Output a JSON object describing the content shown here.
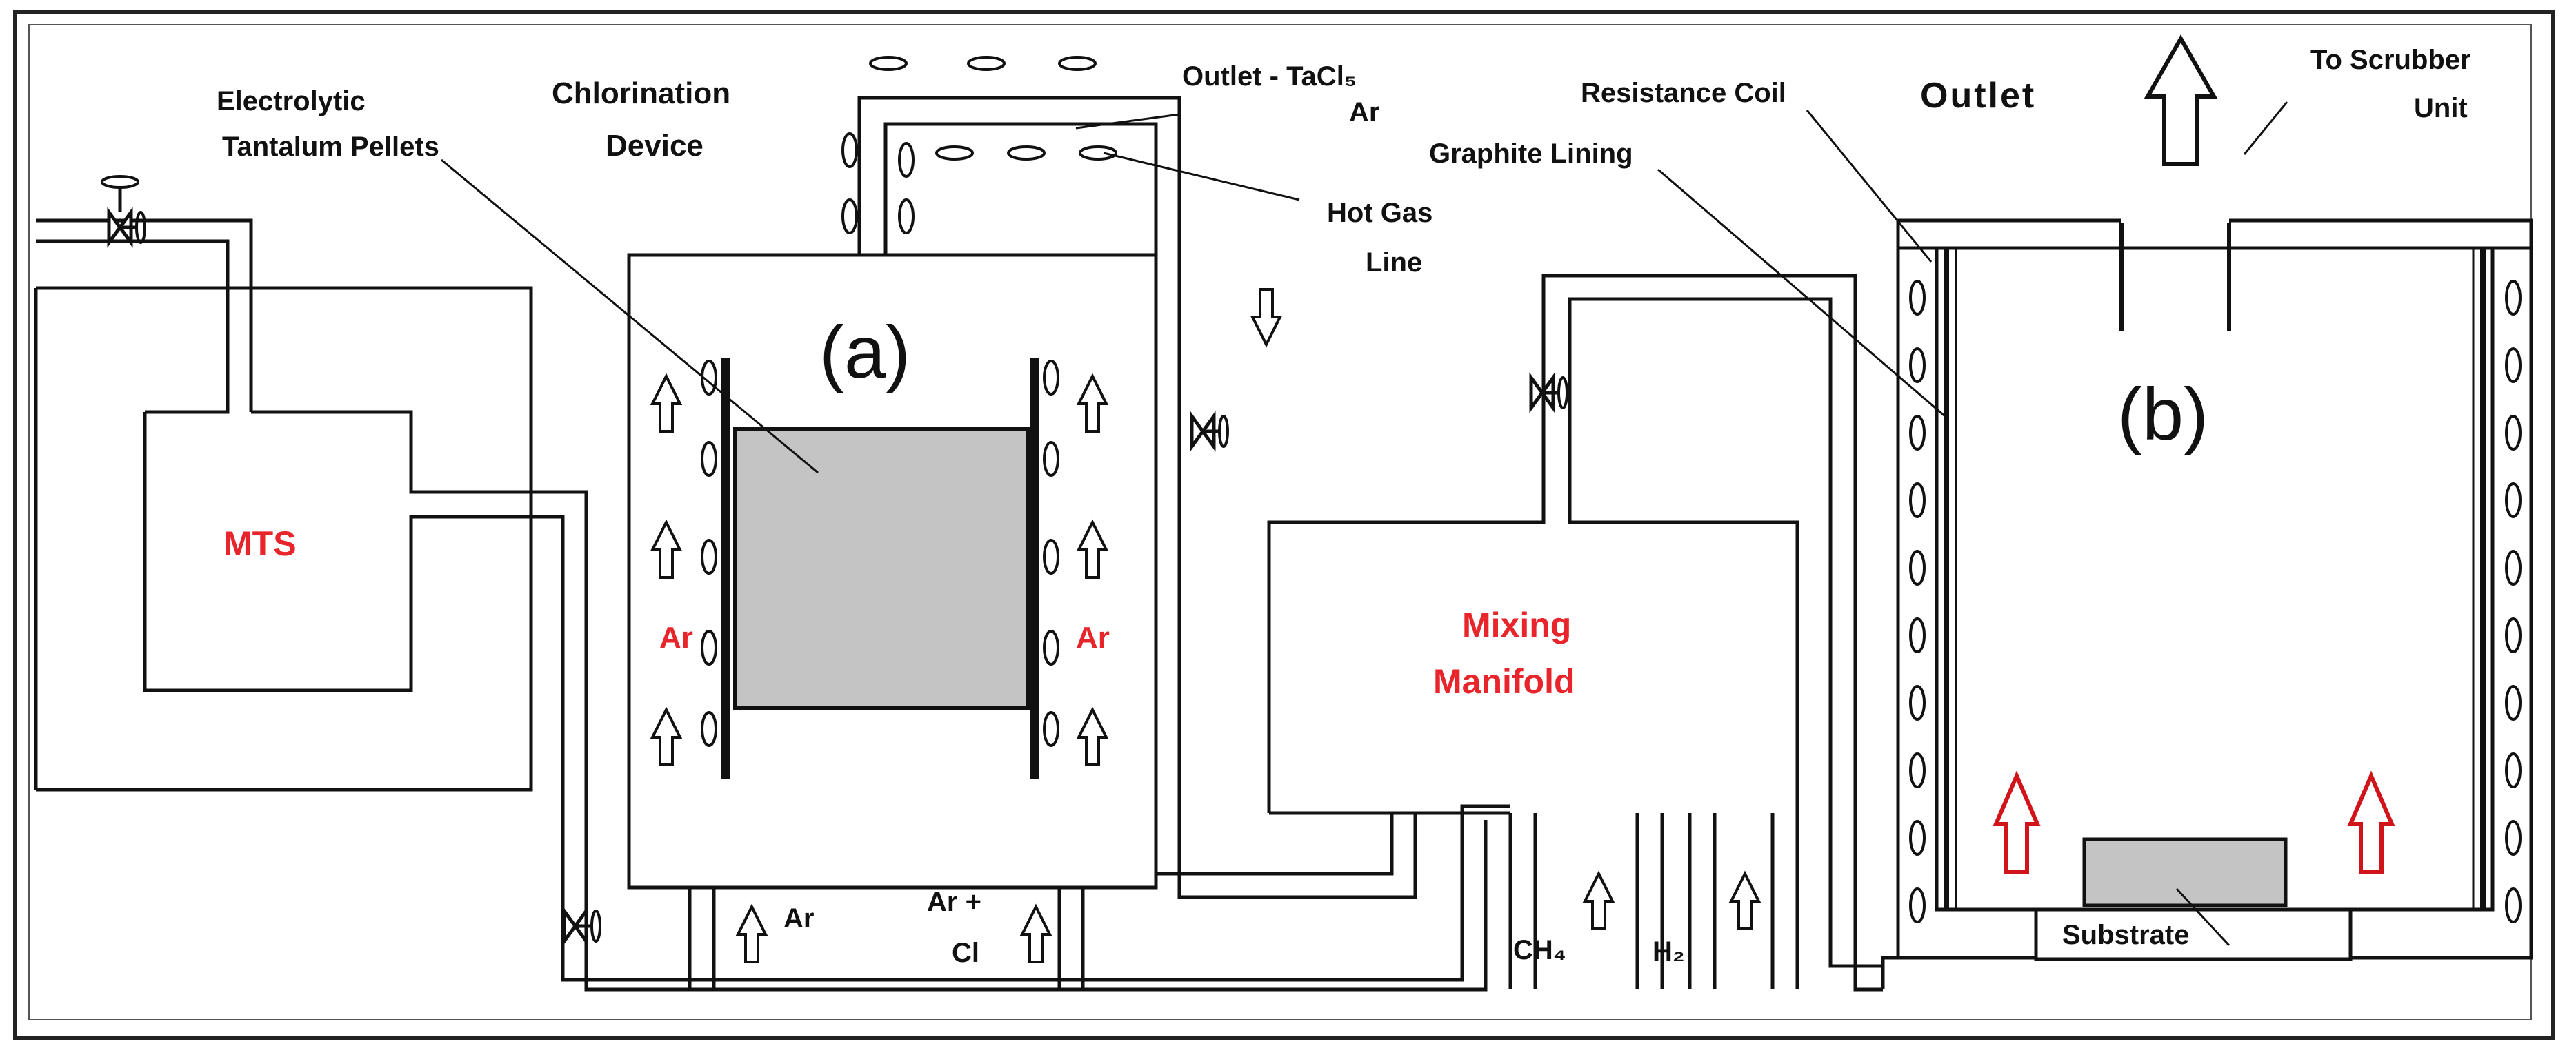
{
  "labels": {
    "electrolytic_line1": "Electrolytic",
    "electrolytic_line2": "Tantalum Pellets",
    "chlorination_line1": "Chlorination",
    "chlorination_line2": "Device",
    "outlet_tacl5_line1": "Outlet - TaCl₅",
    "outlet_tacl5_line2": "Ar",
    "hot_gas_line1": "Hot Gas",
    "hot_gas_line2": "Line",
    "resistance_coil": "Resistance Coil",
    "graphite_lining": "Graphite Lining",
    "outlet": "Outlet",
    "to_scrubber_line1": "To Scrubber",
    "to_scrubber_line2": "Unit",
    "mts": "MTS",
    "panel_a": "(a)",
    "panel_b": "(b)",
    "ar_left": "Ar",
    "ar_right": "Ar",
    "mixing_line1": "Mixing",
    "mixing_line2": "Manifold",
    "ar_inlet": "Ar",
    "ar_cl_line1": "Ar +",
    "ar_cl_line2": "Cl",
    "ch4": "CH₄",
    "h2": "H₂",
    "substrate": "Substrate"
  },
  "colors": {
    "line": "#111111",
    "red_text": "#e8252a",
    "red_arrow": "#d0141a",
    "pellet_fill": "#c4c4c4",
    "substrate_fill": "#c4c4c4",
    "frame": "#222222"
  }
}
